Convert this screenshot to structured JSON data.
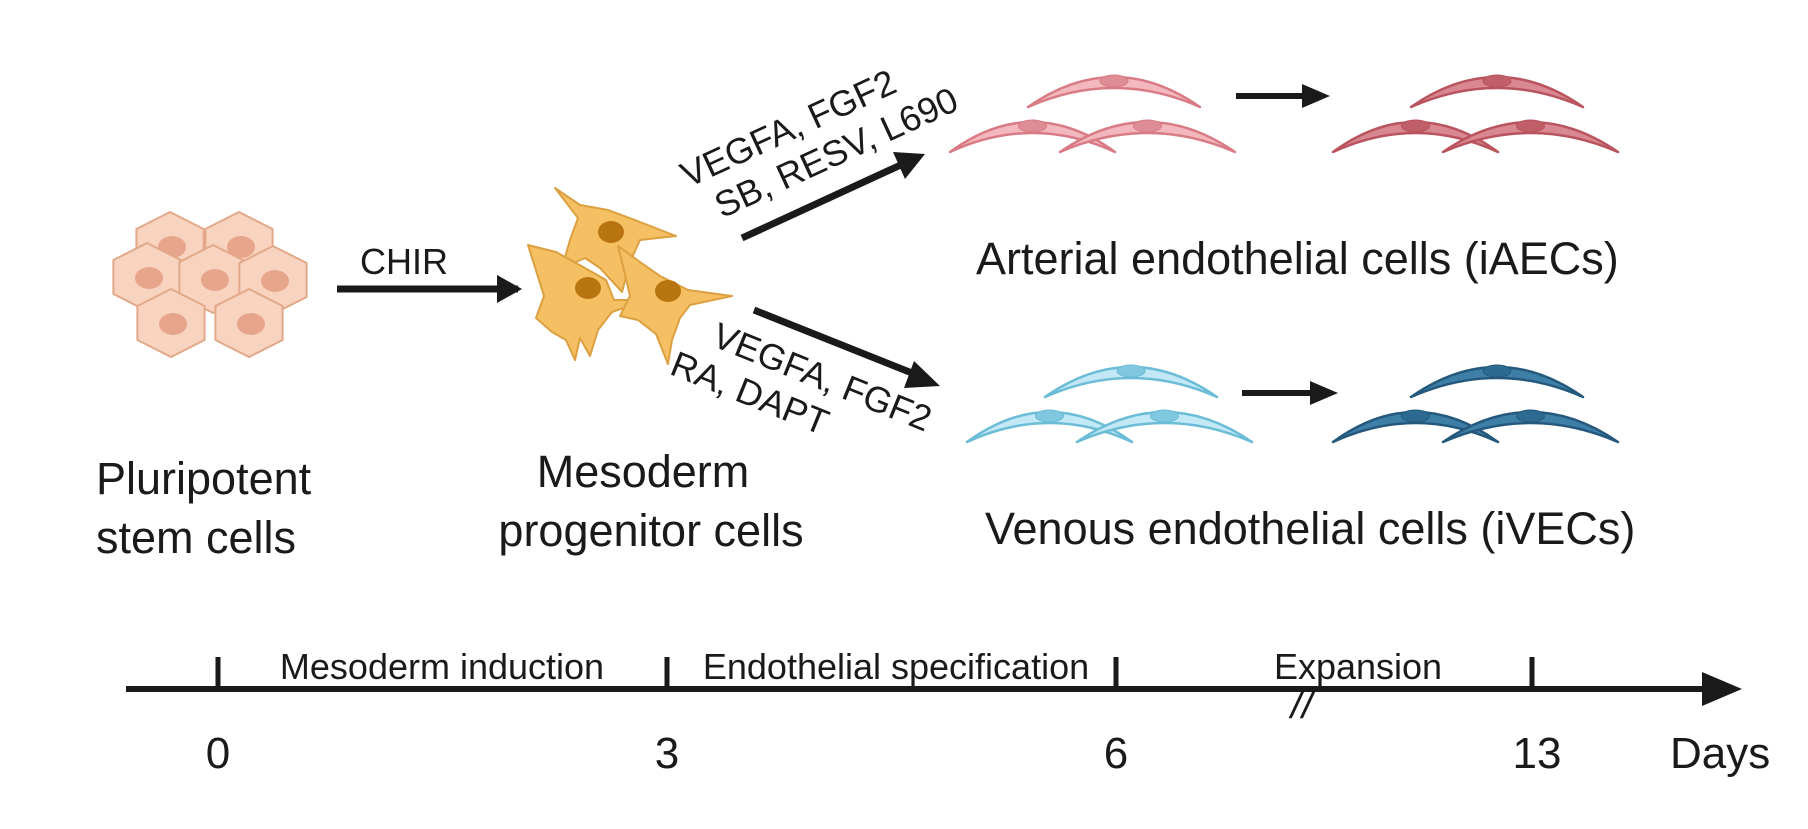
{
  "stages": {
    "psc_line1": "Pluripotent",
    "psc_line2": "stem cells",
    "meso_line1": "Mesoderm",
    "meso_line2": "progenitor cells"
  },
  "treatments": {
    "chir": "CHIR",
    "arterial_line1": "VEGFA, FGF2",
    "arterial_line2": "SB, RESV, L690",
    "venous_line1": "VEGFA, FGF2",
    "venous_line2": "RA, DAPT"
  },
  "outcomes": {
    "arterial": "Arterial endothelial cells (iAECs)",
    "venous": "Venous endothelial cells (iVECs)"
  },
  "timeline": {
    "phases": [
      "Mesoderm induction",
      "Endothelial specification",
      "Expansion"
    ],
    "ticks": [
      "0",
      "3",
      "6",
      "13"
    ],
    "unit": "Days",
    "break_mark": "//"
  },
  "colors": {
    "psc_fill": "#f8d3bf",
    "psc_stroke": "#e3a888",
    "psc_nucleus": "#e7a58c",
    "meso_fill": "#f5c063",
    "meso_stroke": "#dca040",
    "meso_nucleus": "#b8740f",
    "arterial_early_fill": "#f2b8bd",
    "arterial_early_stroke": "#d97b84",
    "arterial_early_nucleus": "#de8d94",
    "arterial_late_fill": "#d98791",
    "arterial_late_stroke": "#b9545e",
    "arterial_late_nucleus": "#c05f68",
    "venous_early_fill": "#c1e8f4",
    "venous_early_stroke": "#6bbcd6",
    "venous_early_nucleus": "#7fc8df",
    "venous_late_fill": "#3e7fa8",
    "venous_late_stroke": "#24587c",
    "venous_late_nucleus": "#2d6a92",
    "arrow": "#1a1a1a"
  }
}
